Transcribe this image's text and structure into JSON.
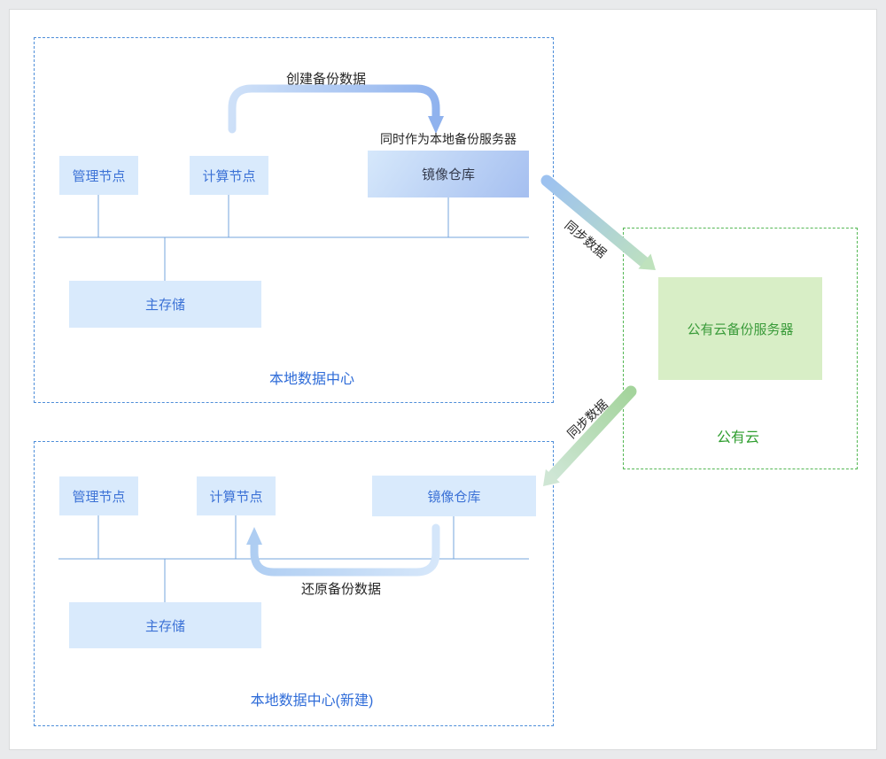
{
  "dc1": {
    "label": "本地数据中心",
    "mgmt": "管理节点",
    "compute": "计算节点",
    "registry": "镜像仓库",
    "registry_note": "同时作为本地备份服务器",
    "storage": "主存储",
    "backup_label": "创建备份数据"
  },
  "cloud": {
    "label": "公有云",
    "server": "公有云备份服务器",
    "sync_down_label": "同步数据",
    "sync_up_label": "同步数据"
  },
  "dc2": {
    "label": "本地数据中心(新建)",
    "mgmt": "管理节点",
    "compute": "计算节点",
    "registry": "镜像仓库",
    "storage": "主存储",
    "restore_label": "还原备份数据"
  },
  "colors": {
    "node_fill": "#d9eafc",
    "node_text": "#3c72d6",
    "registry_gradient_start": "#d6e8fb",
    "registry_gradient_end": "#a5bff0",
    "dc_border": "#4e8ed9",
    "cloud_border": "#55b855",
    "cloud_fill": "#d8eec6",
    "cloud_text": "#3a9b3a",
    "connector_line": "#74a4dd",
    "arrow_blue": "#8fb2ee",
    "arrow_green": "#bfe2bd",
    "frame_bg": "#e9eaec"
  }
}
